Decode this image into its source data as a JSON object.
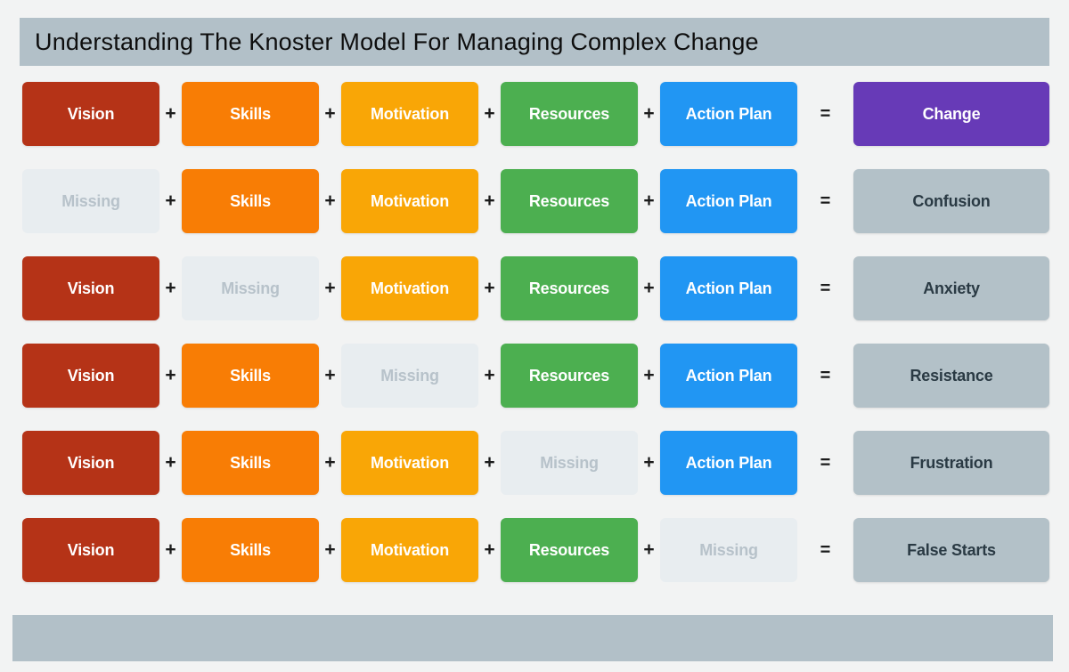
{
  "title": "Understanding The Knoster Model For Managing Complex Change",
  "operators": {
    "plus": "+",
    "equals": "="
  },
  "colors": {
    "background": "#f2f3f3",
    "bar": "#b2c0c8",
    "vision": "#b53317",
    "skills": "#f87d05",
    "motivation": "#f9a606",
    "resources": "#4caf50",
    "action_plan": "#2196f3",
    "change": "#673ab7",
    "missing_bg": "#e8edf0",
    "missing_text": "#b7c2ca",
    "outcome_bg": "#b3c1c8",
    "outcome_text": "#2a3a44"
  },
  "rows": [
    {
      "cells": [
        {
          "label": "Vision",
          "type": "vision"
        },
        {
          "label": "Skills",
          "type": "skills"
        },
        {
          "label": "Motivation",
          "type": "motivation"
        },
        {
          "label": "Resources",
          "type": "resources"
        },
        {
          "label": "Action Plan",
          "type": "action-plan"
        }
      ],
      "result": {
        "label": "Change",
        "type": "change"
      }
    },
    {
      "cells": [
        {
          "label": "Missing",
          "type": "missing"
        },
        {
          "label": "Skills",
          "type": "skills"
        },
        {
          "label": "Motivation",
          "type": "motivation"
        },
        {
          "label": "Resources",
          "type": "resources"
        },
        {
          "label": "Action Plan",
          "type": "action-plan"
        }
      ],
      "result": {
        "label": "Confusion",
        "type": "outcome"
      }
    },
    {
      "cells": [
        {
          "label": "Vision",
          "type": "vision"
        },
        {
          "label": "Missing",
          "type": "missing"
        },
        {
          "label": "Motivation",
          "type": "motivation"
        },
        {
          "label": "Resources",
          "type": "resources"
        },
        {
          "label": "Action Plan",
          "type": "action-plan"
        }
      ],
      "result": {
        "label": "Anxiety",
        "type": "outcome"
      }
    },
    {
      "cells": [
        {
          "label": "Vision",
          "type": "vision"
        },
        {
          "label": "Skills",
          "type": "skills"
        },
        {
          "label": "Missing",
          "type": "missing"
        },
        {
          "label": "Resources",
          "type": "resources"
        },
        {
          "label": "Action Plan",
          "type": "action-plan"
        }
      ],
      "result": {
        "label": "Resistance",
        "type": "outcome"
      }
    },
    {
      "cells": [
        {
          "label": "Vision",
          "type": "vision"
        },
        {
          "label": "Skills",
          "type": "skills"
        },
        {
          "label": "Motivation",
          "type": "motivation"
        },
        {
          "label": "Missing",
          "type": "missing"
        },
        {
          "label": "Action Plan",
          "type": "action-plan"
        }
      ],
      "result": {
        "label": "Frustration",
        "type": "outcome"
      }
    },
    {
      "cells": [
        {
          "label": "Vision",
          "type": "vision"
        },
        {
          "label": "Skills",
          "type": "skills"
        },
        {
          "label": "Motivation",
          "type": "motivation"
        },
        {
          "label": "Resources",
          "type": "resources"
        },
        {
          "label": "Missing",
          "type": "missing"
        }
      ],
      "result": {
        "label": "False Starts",
        "type": "outcome"
      }
    }
  ]
}
